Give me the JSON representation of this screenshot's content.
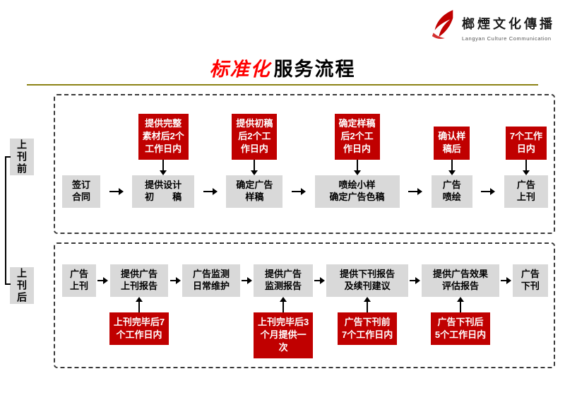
{
  "logo": {
    "brand_cn": "榔煙文化傳播",
    "brand_en": "Langyan Culture Communication"
  },
  "title": {
    "highlight": "标准化",
    "rest": "服务流程"
  },
  "colors": {
    "accent_red": "#c00000",
    "box_gray": "#d9d9d9",
    "title_red": "#ff0000",
    "divider_olive": "#8c8215"
  },
  "phase_before": {
    "label": "上刊前",
    "steps": [
      {
        "text": "签订\n合同"
      },
      {
        "text": "提供设计\n初　　稿",
        "note": "提供完整\n素材后2个\n工作日内"
      },
      {
        "text": "确定广告\n样稿",
        "note": "提供初稿\n后2个工\n作日内"
      },
      {
        "text": "喷绘小样\n确定广告色稿",
        "note": "确定样稿\n后2个工\n作日内"
      },
      {
        "text": "广告\n喷绘",
        "note": "确认样\n稿后"
      },
      {
        "text": "广告\n上刊",
        "note": "7个工作\n日内"
      }
    ]
  },
  "phase_after": {
    "label": "上刊后",
    "steps": [
      {
        "text": "广告\n上刊"
      },
      {
        "text": "提供广告\n上刊报告",
        "note": "上刊完毕后7\n个工作日内"
      },
      {
        "text": "广告监测\n日常维护"
      },
      {
        "text": "提供广告\n监测报告",
        "note": "上刊完毕后3\n个月提供一\n次"
      },
      {
        "text": "提供下刊报告\n及续刊建议",
        "note": "广告下刊前\n7个工作日内"
      },
      {
        "text": "提供广告效果\n评估报告",
        "note": "广告下刊后\n5个工作日内"
      },
      {
        "text": "广告\n下刊"
      }
    ]
  }
}
